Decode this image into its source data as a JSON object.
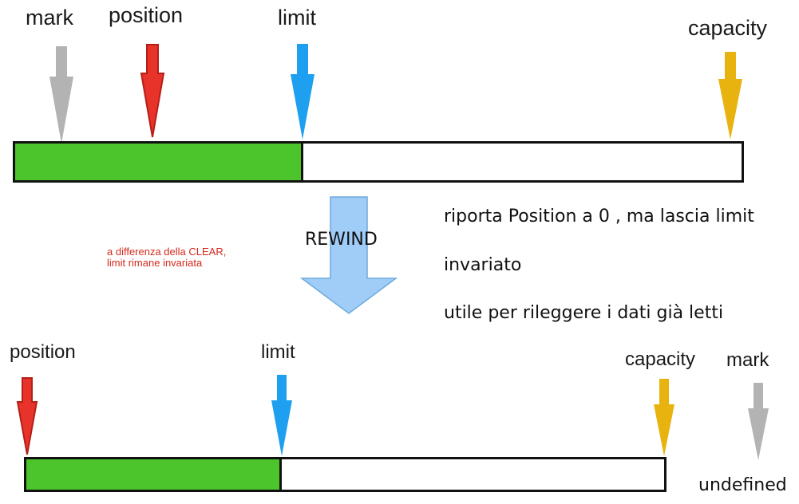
{
  "top_state": {
    "labels": {
      "mark": "mark",
      "position": "position",
      "limit": "limit",
      "capacity": "capacity"
    },
    "buffer": {
      "filled_fraction": 0.397
    }
  },
  "operation": {
    "name": "REWIND",
    "note_lines": [
      "a differenza della CLEAR,",
      "limit rimane invariata"
    ],
    "description_lines": [
      "riporta Position a 0 , ma lascia limit",
      "invariato",
      "utile per rileggere i dati già letti"
    ]
  },
  "bottom_state": {
    "labels": {
      "position": "position",
      "limit": "limit",
      "capacity": "capacity",
      "mark": "mark",
      "mark_value": "undefined"
    },
    "buffer": {
      "filled_fraction": 0.4
    }
  },
  "colors": {
    "mark": "#b3b3b3",
    "position": "#e8332b",
    "limit": "#1e9ff0",
    "capacity": "#e8b20f",
    "filled": "#4bc52b",
    "rewind_arrow": "#9fcdf7",
    "note": "#d42a1e"
  }
}
